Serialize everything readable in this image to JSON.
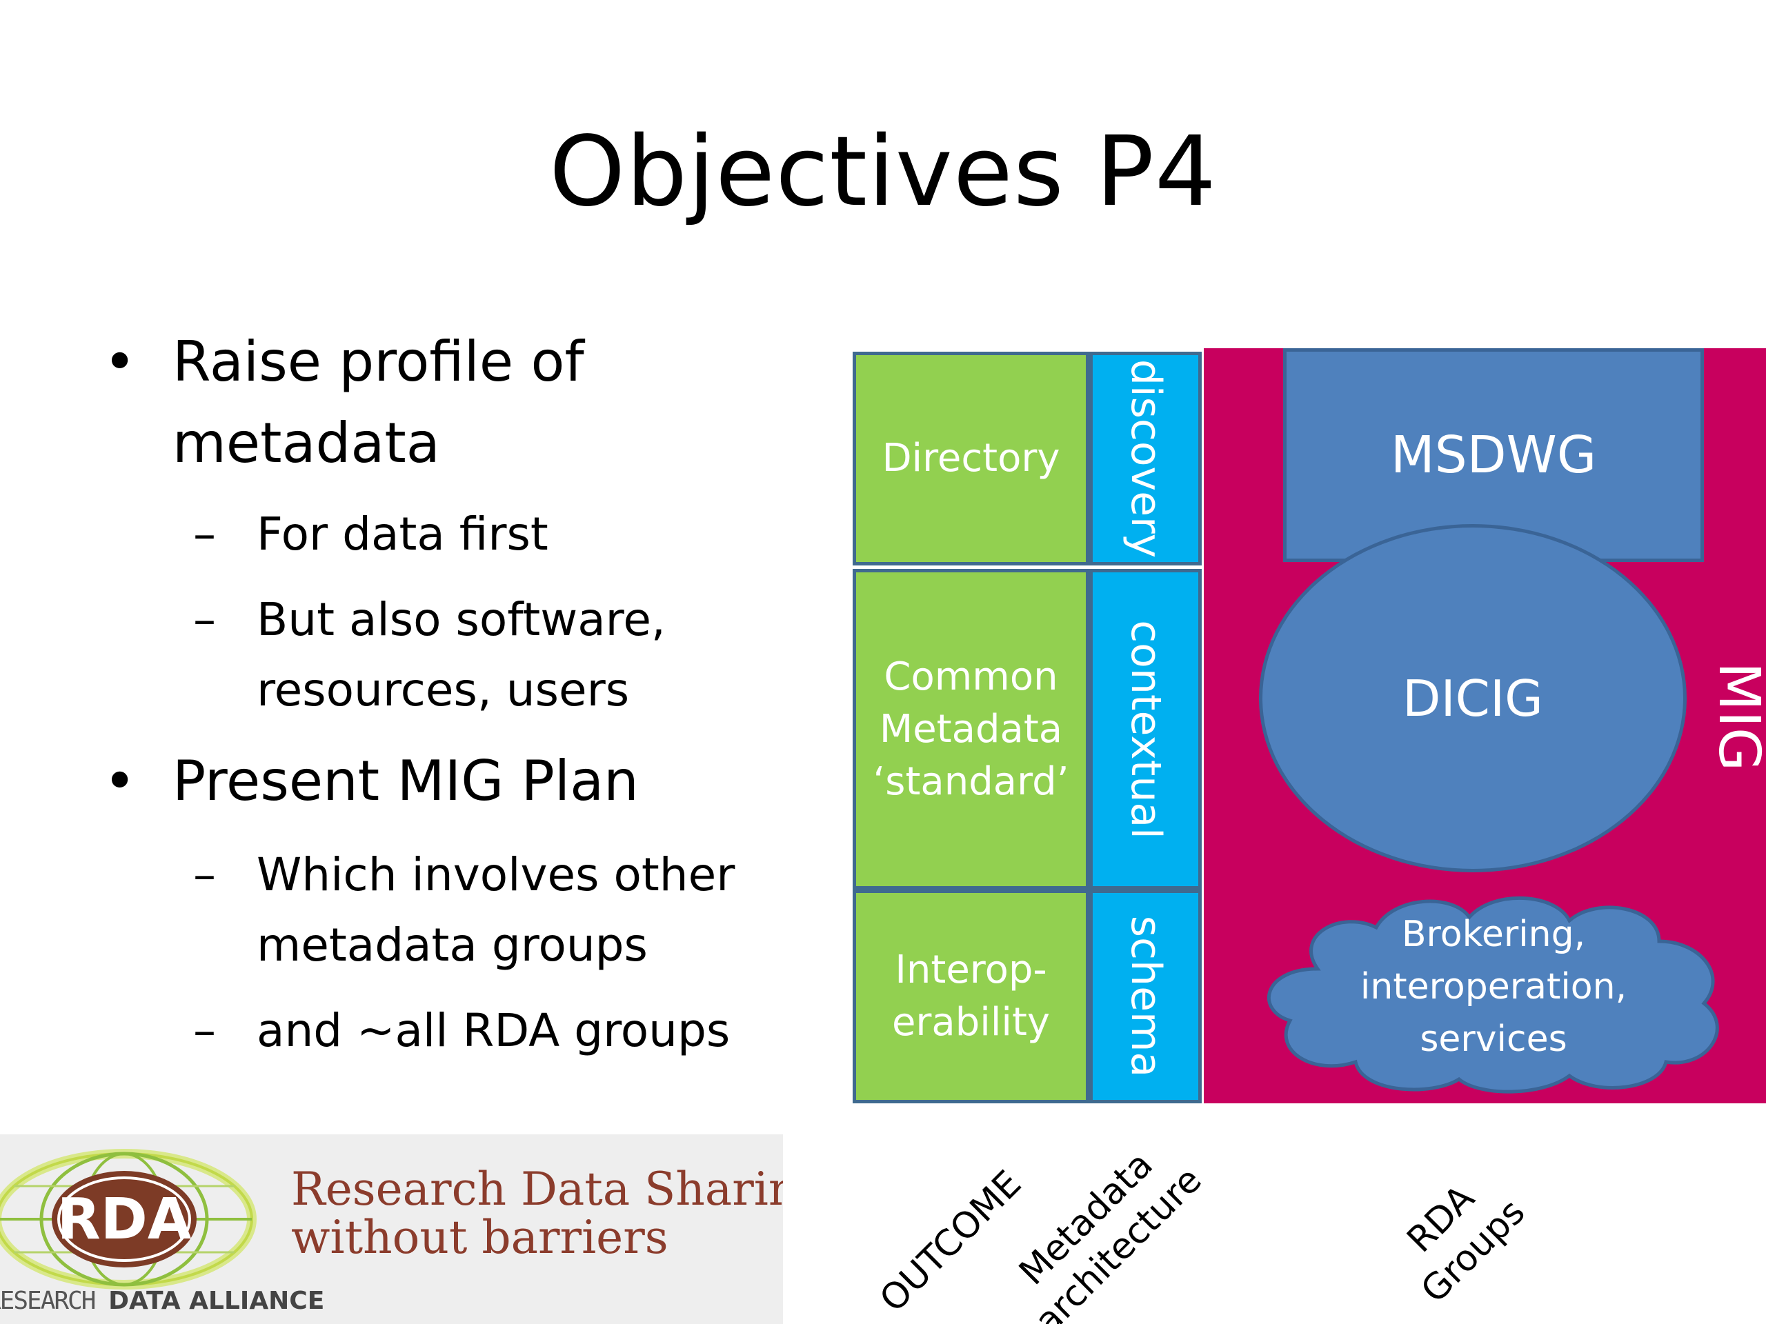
{
  "slide": {
    "title": "Objectives P4"
  },
  "bullets": [
    {
      "lines": [
        "Raise profile of",
        "metadata"
      ],
      "subs": [
        {
          "lines": [
            "For data first"
          ]
        },
        {
          "lines": [
            "But also software,",
            "resources, users"
          ]
        }
      ]
    },
    {
      "lines": [
        "Present MIG Plan"
      ],
      "subs": [
        {
          "lines": [
            "Which involves other",
            "metadata groups"
          ]
        },
        {
          "lines": [
            "and ~all RDA groups"
          ]
        }
      ]
    }
  ],
  "bullet_symbol": "•",
  "dash_symbol": "–",
  "diagram": {
    "outcomes": [
      {
        "label": "Directory"
      },
      {
        "label": "Common Metadata ‘standard’"
      },
      {
        "label": "Interop-erability"
      }
    ],
    "outcome_lines": [
      [
        "Directory"
      ],
      [
        "Common",
        "Metadata",
        "‘standard’"
      ],
      [
        "Interop-",
        "erability"
      ]
    ],
    "architecture": [
      "discovery",
      "contextual",
      "schema"
    ],
    "groups": {
      "mig": "MIG",
      "msdwg": "MSDWG",
      "dicig": "DICIG",
      "cloud_lines": [
        "Brokering,",
        "interoperation,",
        "services"
      ]
    },
    "axis_labels": {
      "outcome": "OUTCOME",
      "architecture_lines": [
        "Metadata",
        "architecture"
      ],
      "groups_lines": [
        "RDA",
        "Groups"
      ]
    },
    "colors": {
      "outcome_fill": "#92d050",
      "architecture_fill": "#00b0f0",
      "group_fill": "#4f81bd",
      "mig_fill": "#c8005e",
      "border": "#3f6a8f"
    }
  },
  "logo": {
    "mark": "RDA",
    "tagline_lines": [
      "Research Data Sharing",
      "without barriers"
    ],
    "alliance_prefix": "RESEARCH",
    "alliance_bold": "DATA ALLIANCE"
  }
}
